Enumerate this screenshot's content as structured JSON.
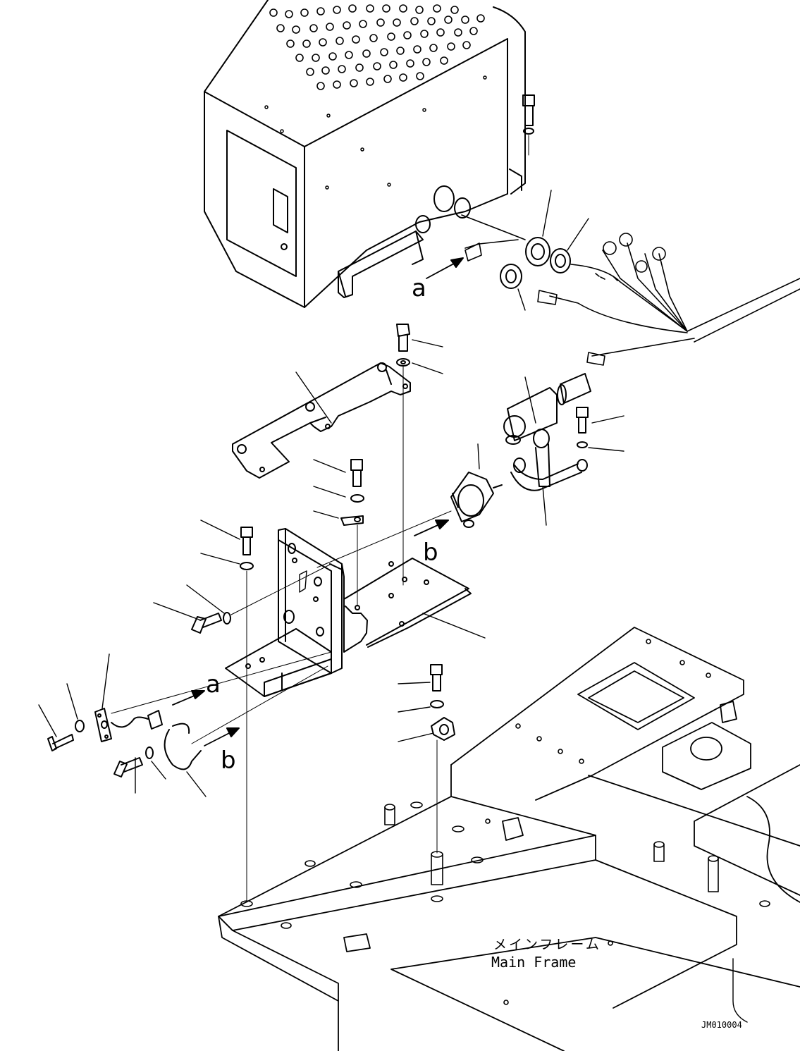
{
  "callouts": {
    "arrow_a": "a",
    "arrow_b": "b",
    "arrow_a_lower": "a",
    "arrow_b_lower": "b"
  },
  "frame_label": {
    "japanese": "メインフレーム",
    "english": "Main Frame"
  },
  "drawing_code": "JM010004"
}
